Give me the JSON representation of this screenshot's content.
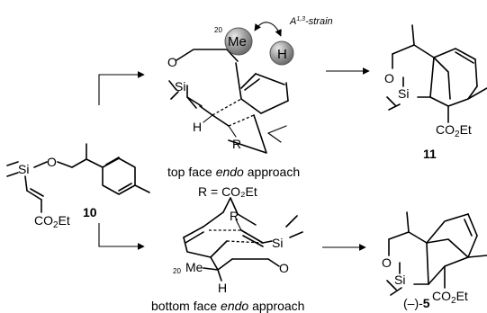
{
  "labels": {
    "me": "Me",
    "h": "H",
    "position_20": "20",
    "strain_prefix": "A",
    "strain_sup": "1,3",
    "strain_suffix": "-strain",
    "top_caption_pre": "top face ",
    "top_caption_em": "endo",
    "top_caption_post": " approach",
    "r_definition": "R = CO₂Et",
    "bottom_caption_pre": "bottom face ",
    "bottom_caption_em": "endo",
    "bottom_caption_post": " approach",
    "compound_10": "10",
    "compound_11": "11",
    "compound_5_prefix": "(–)-",
    "compound_5": "5",
    "atom_si": "Si",
    "atom_o": "O",
    "atom_r": "R",
    "ester_co": "CO",
    "ester_sub": "2",
    "ester_et": "Et",
    "ester_et_short": "Et"
  },
  "colors": {
    "ball_fill": "#8c8c8c",
    "ball_stroke": "#555555",
    "line": "#000000"
  }
}
